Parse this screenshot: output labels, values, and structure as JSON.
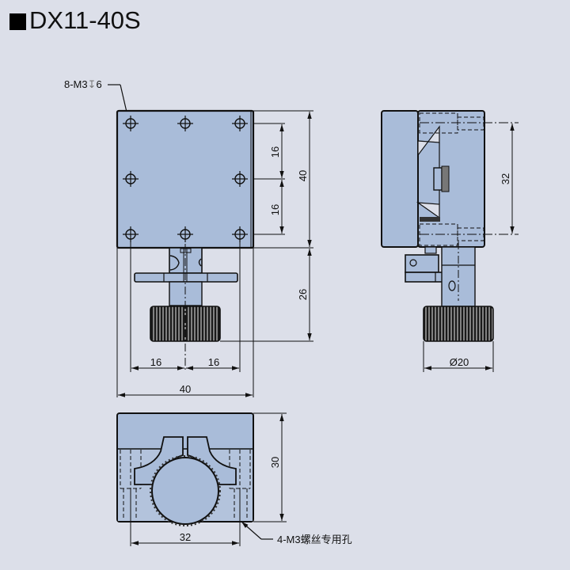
{
  "title": {
    "marker": "■",
    "model": "DX11-40S"
  },
  "colors": {
    "background": "#dcdfe9",
    "part_fill": "#a9bcd9",
    "part_fill_light": "#b5c5de",
    "outline": "#111111",
    "knob": "#1a1a1a"
  },
  "top_view": {
    "hole_callout": "8-M3↧6",
    "hole_callout_main": "8-M3",
    "hole_callout_depth_symbol": "↧",
    "hole_callout_depth": "6",
    "dim_hole_pitch_upper": "16",
    "dim_hole_pitch_lower": "16",
    "dim_height": "40",
    "dim_knob_extension": "26",
    "dim_hole_offset_left": "16",
    "dim_hole_offset_right": "16",
    "dim_width": "40"
  },
  "side_view": {
    "dim_hole_spacing": "32",
    "dim_knob_diameter": "Ø20"
  },
  "bottom_view": {
    "dim_height": "30",
    "dim_hole_spacing": "32",
    "mount_callout": "4-M3螺丝专用孔"
  }
}
